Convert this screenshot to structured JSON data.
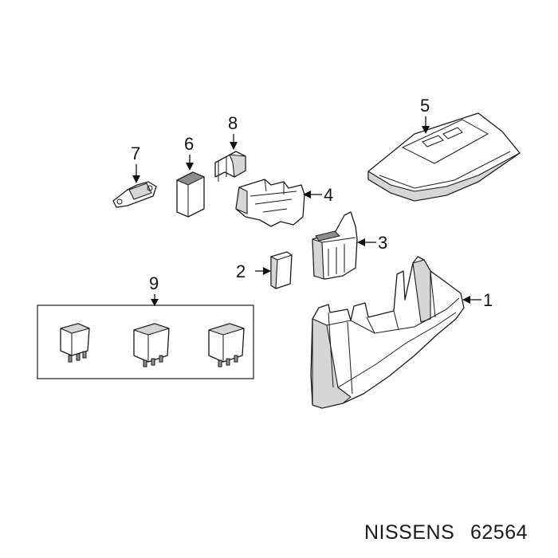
{
  "callouts": [
    {
      "id": "1",
      "label": "1"
    },
    {
      "id": "2",
      "label": "2"
    },
    {
      "id": "3",
      "label": "3"
    },
    {
      "id": "4",
      "label": "4"
    },
    {
      "id": "5",
      "label": "5"
    },
    {
      "id": "6",
      "label": "6"
    },
    {
      "id": "7",
      "label": "7"
    },
    {
      "id": "8",
      "label": "8"
    },
    {
      "id": "9",
      "label": "9"
    }
  ],
  "watermark": {
    "brand": "NISSENS",
    "part_number": "62564"
  },
  "colors": {
    "line": "#1a1a1a",
    "shade": "#d6d6d6",
    "background": "#ffffff"
  }
}
